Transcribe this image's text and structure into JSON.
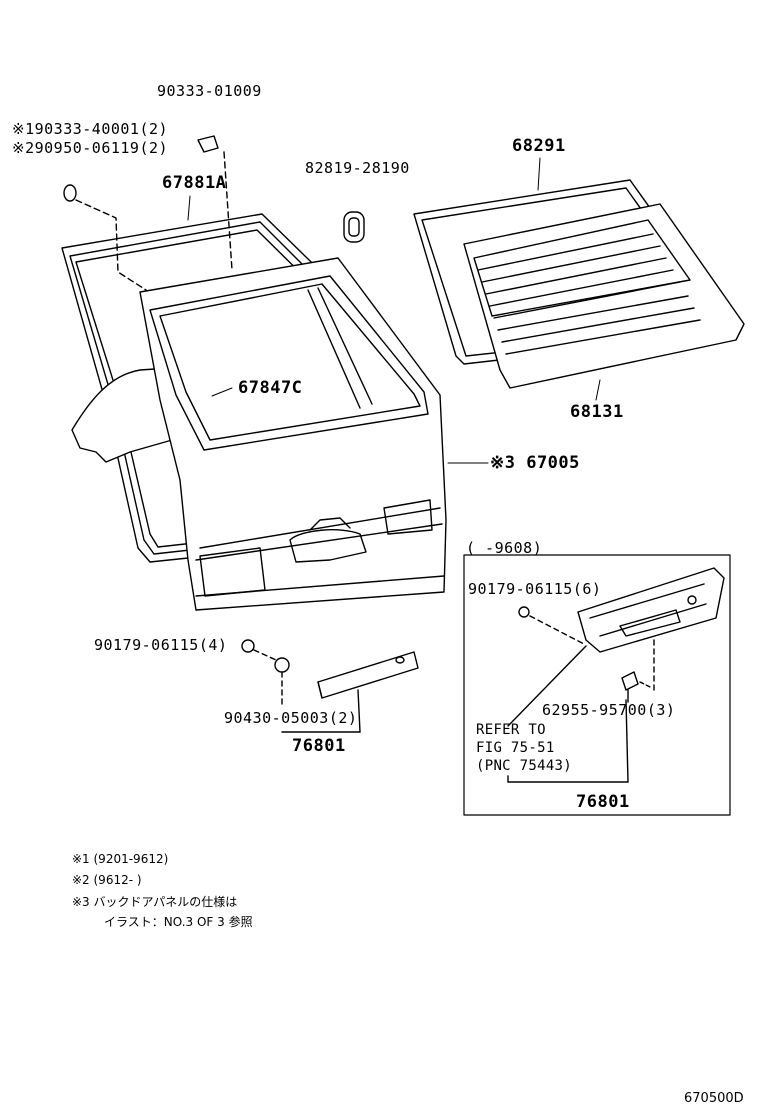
{
  "parts": {
    "p_90333_01009": "90333-01009",
    "p_90333_40001": "※190333-40001(2)",
    "p_90950_06119": "※290950-06119(2)",
    "p_67881A": "67881A",
    "p_82819_28190": "82819-28190",
    "p_68291": "68291",
    "p_67847C": "67847C",
    "p_68131": "68131",
    "p_67005": "※3 67005",
    "p_90179_06115_4": "90179-06115(4)",
    "p_90430_05003": "90430-05003(2)",
    "p_76801_main": "76801",
    "inset_range": "(      -9608)",
    "p_90179_06115_6": "90179-06115(6)",
    "p_62955_95700": "62955-95700(3)",
    "refer_line1": "REFER TO",
    "refer_line2": "FIG 75-51",
    "refer_line3": "(PNC 75443)",
    "p_76801_inset": "76801"
  },
  "notes": {
    "note1": "※1 (9201-9612)",
    "note2": "※2 (9612-     )",
    "note3_line1": "※3 バックドアパネルの仕様は",
    "note3_line2": "イラスト：NO.3 OF 3 参照"
  },
  "footer": {
    "figure_code": "670500D"
  },
  "colors": {
    "ink": "#000000",
    "paper": "#ffffff"
  }
}
